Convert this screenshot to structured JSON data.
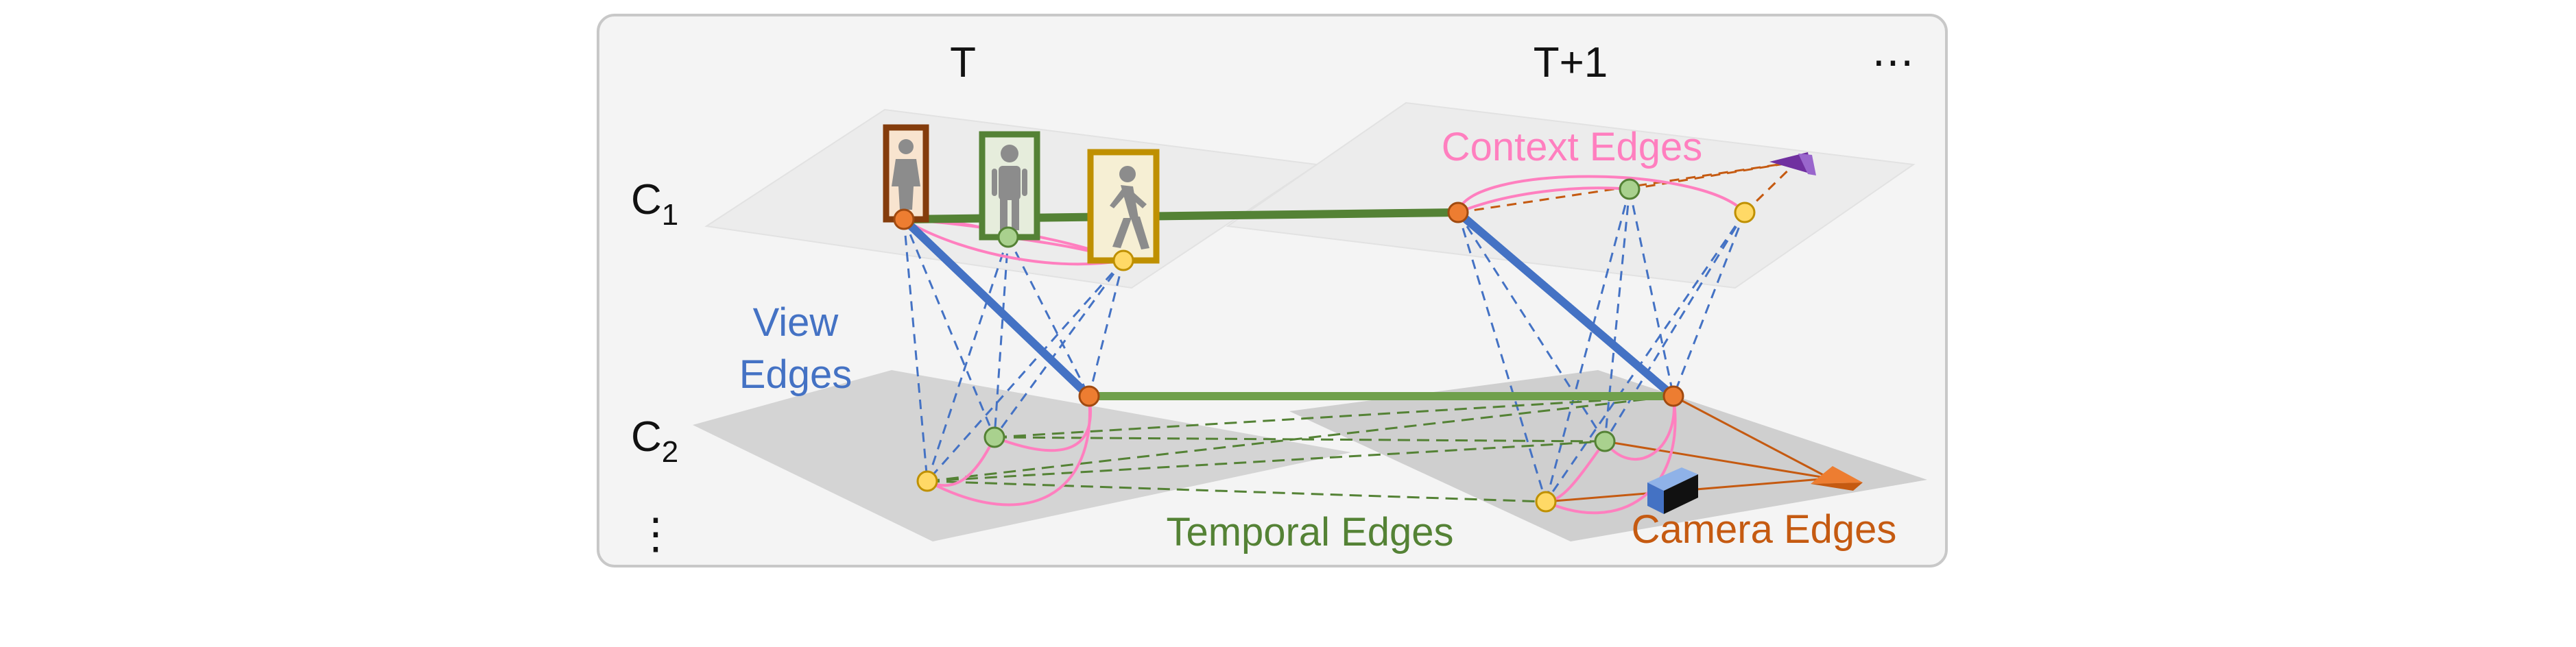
{
  "time_labels": {
    "t": "T",
    "t_next": "T+1",
    "more": "⋯"
  },
  "camera_labels": {
    "c1_base": "C",
    "c1_sub": "1",
    "c2_base": "C",
    "c2_sub": "2",
    "more": "⋮"
  },
  "edge_labels": {
    "view_line1": "View",
    "view_line2": "Edges",
    "context": "Context Edges",
    "temporal": "Temporal Edges",
    "camera": "Camera Edges"
  },
  "colors": {
    "view": "#4472c4",
    "temporal": "#548235",
    "context": "#ff7fbf",
    "camera": "#c55a11",
    "node_orange": "#ed7d31",
    "node_green": "#a9d18e",
    "node_yellow": "#ffd966",
    "box_brown": "#843c0c",
    "box_green": "#548235",
    "box_gold": "#bf9000"
  },
  "icons": [
    "person-standing-icon",
    "person-standing-icon",
    "person-walking-icon",
    "camera-cone-icon",
    "camera-box-icon",
    "camera-orange-icon"
  ]
}
